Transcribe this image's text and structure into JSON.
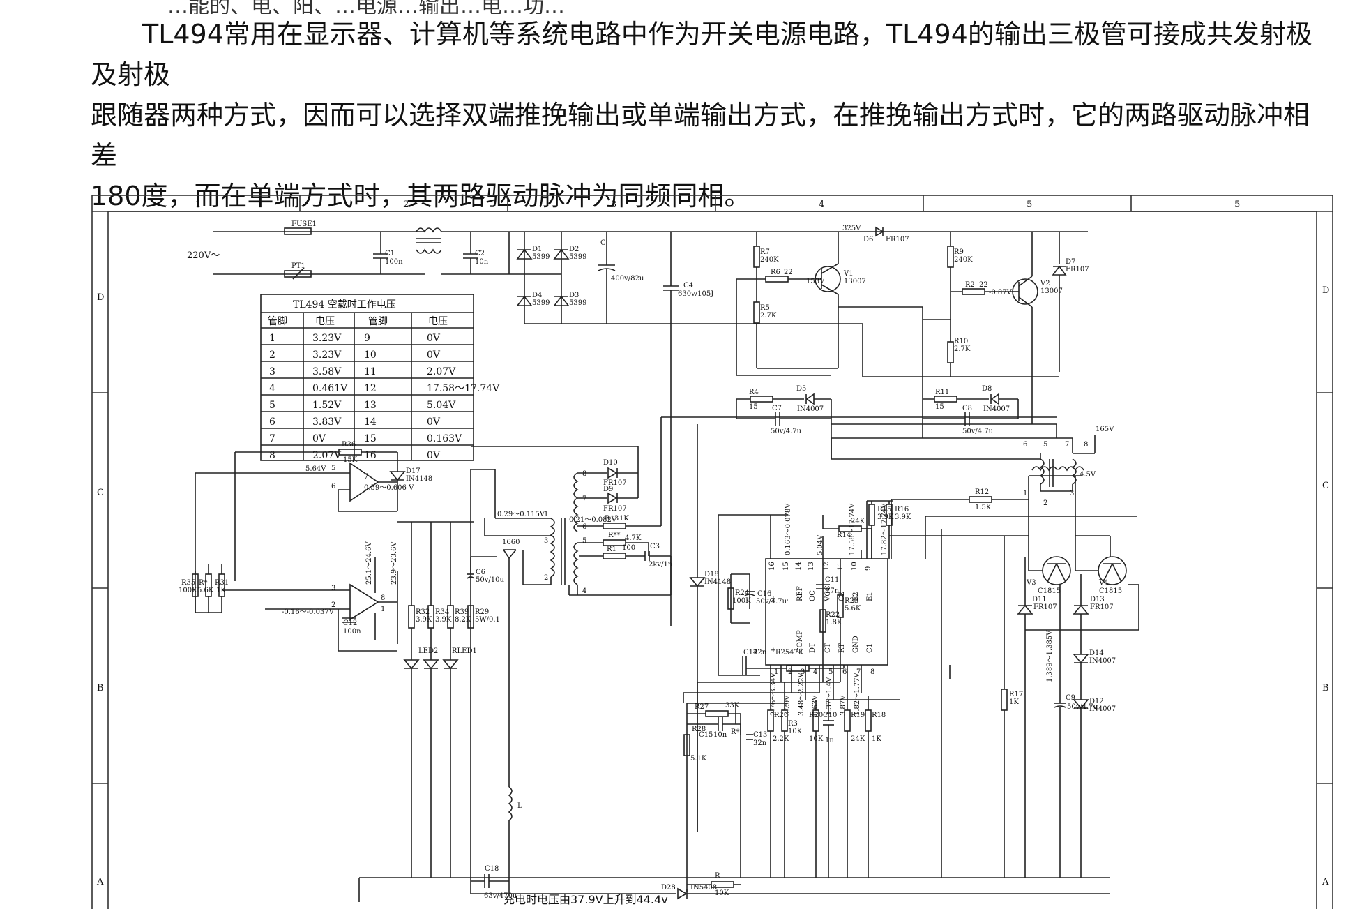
{
  "intro": {
    "cut_line": "…能的、电、阳、…电源…输出…电…功…",
    "paragraph_line1": "TL494常用在显示器、计算机等系统电路中作为开关电源电路，TL494的输出三极管可接成共发射极及射极",
    "paragraph_line2": "跟随器两种方式，因而可以选择双端推挽输出或单端输出方式，在推挽输出方式时，它的两路驱动脉冲相差",
    "paragraph_line3": "180度，而在单端方式时，其两路驱动脉冲为同频同相。"
  },
  "frame": {
    "columns": [
      "1",
      "2",
      "3",
      "4",
      "5",
      "5"
    ],
    "rows": [
      "D",
      "C",
      "B",
      "A"
    ]
  },
  "table": {
    "title": "TL494 空载时工作电压",
    "headers": [
      "管脚",
      "电压",
      "管脚",
      "电压"
    ],
    "rows": [
      [
        "1",
        "3.23V",
        "9",
        "0V"
      ],
      [
        "2",
        "3.23V",
        "10",
        "0V"
      ],
      [
        "3",
        "3.58V",
        "11",
        "2.07V"
      ],
      [
        "4",
        "0.461V",
        "12",
        "17.58～17.74V"
      ],
      [
        "5",
        "1.52V",
        "13",
        "5.04V"
      ],
      [
        "6",
        "3.83V",
        "14",
        "0V"
      ],
      [
        "7",
        "0V",
        "15",
        "0.163V"
      ],
      [
        "8",
        "2.07V",
        "16",
        "0V"
      ]
    ]
  },
  "labels": {
    "mains": "220V～",
    "fuse": "FUSE1",
    "pt": "PT1",
    "c1": "C1",
    "c1v": "100n",
    "c2": "C2",
    "c2v": "10n",
    "d1": "D1",
    "d2": "D2",
    "d3": "D3",
    "d4": "D4",
    "d5399": "5399",
    "c": "C",
    "cv": "400v/82u",
    "c4": "C4",
    "c4v": "630v/105J",
    "v325": "325V",
    "d6": "D6",
    "d6v": "FR107",
    "r7": "R7",
    "r7v": "240K",
    "r6": "R6",
    "r6v": "22",
    "v153": "153V",
    "v1": "V1",
    "v1v": "13007",
    "r5": "R5",
    "r5v": "2.7K",
    "r9": "R9",
    "r9v": "240K",
    "r2": "R2",
    "r2v": "22",
    "v087": "-0.87V",
    "v2": "V2",
    "v2v": "13007",
    "d7": "D7",
    "d7v": "FR107",
    "r10": "R10",
    "r10v": "2.7K",
    "r4": "R4",
    "r4v": "15",
    "d5": "D5",
    "d5v": "IN4007",
    "c7": "C7",
    "c7v": "50v/4.7u",
    "r11": "R11",
    "r11v": "15",
    "d8": "D8",
    "d8v": "IN4007",
    "c8": "C8",
    "c8v": "50v/4.7u",
    "v165": "165V",
    "v45": "4.5V",
    "p6": "6",
    "p5": "5",
    "p7": "7",
    "p8": "8",
    "p1": "1",
    "p2": "2",
    "p3": "3",
    "r36": "R36",
    "r36v": "15K",
    "d17": "D17",
    "d17v": "IN4148",
    "v564": "5.64V",
    "op5": "5",
    "op6": "6",
    "op7": "7",
    "v059": "0.59～0.606 V",
    "d10": "D10",
    "d10v": "FR107",
    "d9": "D9",
    "d9v": "FR107",
    "t8": "8",
    "t7": "7",
    "t6": "6",
    "t5": "5",
    "t4": "4",
    "t1": "1",
    "t3": "3",
    "t2": "2",
    "v029": "0.29～0.115V",
    "q1660": "1660",
    "v021": "0.21～0.082V",
    "r13": "R13",
    "r13v": "1K",
    "r1": "R1",
    "r1v": "100",
    "rx": "R**",
    "rxv": "4.7K",
    "c3": "C3",
    "c3v": "2kv/1n",
    "c6": "C6",
    "c6v": "50v/10u",
    "r35": "R35",
    "r35v": "100K",
    "rs": "R*",
    "rsv": "5.6K",
    "r31": "R31",
    "r31v": "1K",
    "v251": "25.1～24.6V",
    "v239": "23.9～23.6V",
    "op3": "3",
    "op2": "2",
    "op8": "8",
    "op1": "1",
    "v016": "-0.16～-0.037V",
    "c12": "C12",
    "c12v": "100n",
    "r32": "R32",
    "r32v": "3.9K",
    "r34": "R34",
    "r34v": "3.9K",
    "r39": "R39",
    "r39v": "8.2K",
    "r29": "R29",
    "r29v": "5W/0.1",
    "ind": "L",
    "led2": "LED2",
    "rled1": "RLED1",
    "c18": "C18",
    "c18v": "63v/470u",
    "d28": "D28",
    "d28v": "IN5408",
    "d18": "D18",
    "d18v": "IN4148",
    "r24": "R24",
    "r24v": "100K",
    "c16": "C16",
    "c16v": "50v/4.7u",
    "c14": "C14",
    "c14v": "22n",
    "r25": "R25",
    "r25v": "47K",
    "c11": "C11",
    "c11v": "27n",
    "r22": "R22",
    "r22v": "1.8K",
    "r23": "R23",
    "r23v": "5.6K",
    "r14": "R14",
    "r14v": "24K",
    "r12": "R12",
    "r12v": "1.5K",
    "r15": "R15",
    "r15v": "3.9K",
    "r16": "R16",
    "r16v": "3.9K",
    "ic_top_pins": [
      "16",
      "15",
      "14",
      "13",
      "12",
      "11",
      "10",
      "9"
    ],
    "ic_bottom_pins": [
      "1",
      "2",
      "3",
      "4",
      "5",
      "6",
      "7",
      "8"
    ],
    "ic_top_fn": [
      "+",
      "-",
      "REF",
      "OC",
      "VCC",
      "C2",
      "E2",
      "E1"
    ],
    "ic_bottom_fn": [
      "+",
      "-",
      "COMP",
      "DT",
      "CT",
      "RT",
      "GND",
      "C1"
    ],
    "ic_top_v": [
      "0.163～0.078V",
      "5.04V",
      "17.58～17.74V",
      "17.82～17.74V"
    ],
    "ic_bottom_v": [
      "2.76～3.34V",
      "3.29V",
      "3.48～2.22V",
      "0.63V",
      "1.37～1.4V",
      "3.87V",
      "1.82～1.77V"
    ],
    "r27": "R27",
    "r27v": "33K",
    "r28": "R28",
    "r28v": "5.1K",
    "c15": "C15",
    "c15v": "10n",
    "rstar": "R*",
    "c13": "C13",
    "c13v": "32n",
    "r26": "R26",
    "r26v": "2.2K",
    "r3": "R3",
    "r3v": "10K",
    "r20": "R20",
    "r20v": "10K",
    "c10": "C10",
    "c10v": "1n",
    "r19": "R19",
    "r19v": "24K",
    "r18": "R18",
    "r18v": "1K",
    "r": "R",
    "rv": "10K",
    "r17": "R17",
    "r17v": "1K",
    "v3": "V3",
    "v3v": "C1815",
    "v4": "V4",
    "v4v": "C1815",
    "d11": "D11",
    "d11v": "FR107",
    "d13": "D13",
    "d13v": "FR107",
    "v1389": "1.389～1.385V",
    "d14": "D14",
    "d14v": "IN4007",
    "c9": "C9",
    "c9v": "50v/4.7u",
    "d12": "D12",
    "d12v": "IN4007"
  },
  "caption": "充电时电压由37.9V上升到44.4v"
}
